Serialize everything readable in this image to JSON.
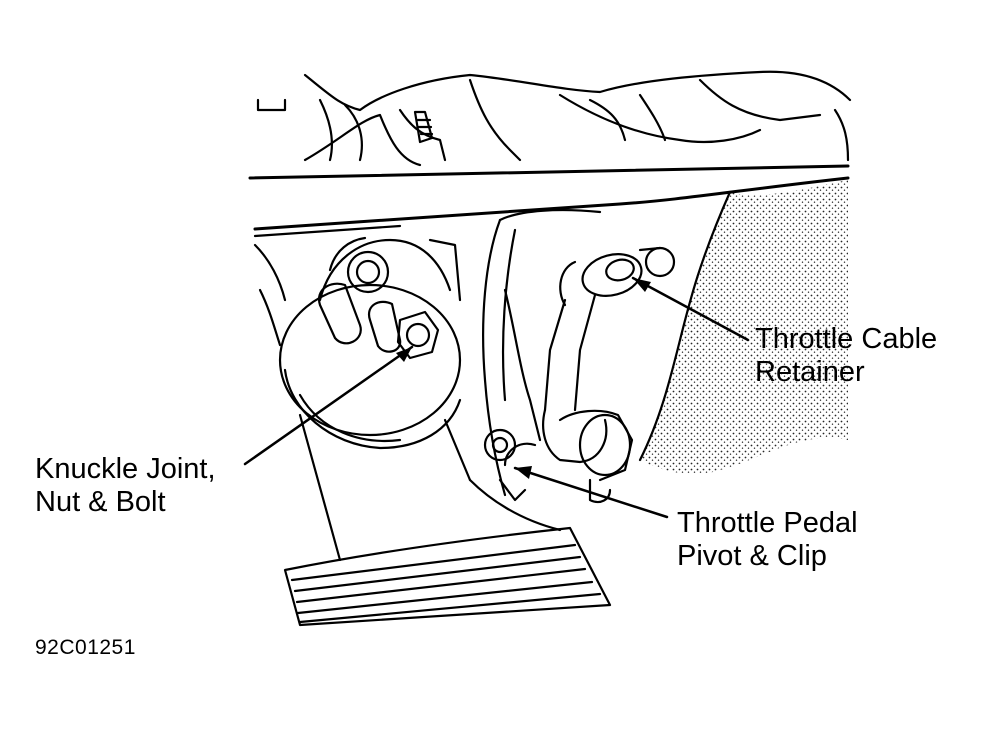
{
  "callouts": {
    "throttle_cable_retainer": [
      "Throttle Cable",
      "Retainer"
    ],
    "knuckle_joint": [
      "Knuckle Joint,",
      "Nut & Bolt"
    ],
    "throttle_pedal_pivot": [
      "Throttle Pedal",
      "Pivot & Clip"
    ]
  },
  "figure_id": "92C01251",
  "colors": {
    "ink": "#000000",
    "paper": "#ffffff"
  }
}
